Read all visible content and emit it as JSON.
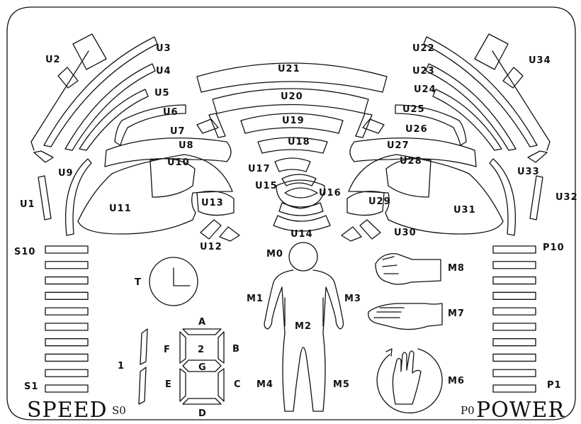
{
  "labels": {
    "U1": "U1",
    "U2": "U2",
    "U3": "U3",
    "U4": "U4",
    "U5": "U5",
    "U6": "U6",
    "U7": "U7",
    "U8": "U8",
    "U9": "U9",
    "U10": "U10",
    "U11": "U11",
    "U12": "U12",
    "U13": "U13",
    "U14": "U14",
    "U15": "U15",
    "U16": "U16",
    "U17": "U17",
    "U18": "U18",
    "U19": "U19",
    "U20": "U20",
    "U21": "U21",
    "U22": "U22",
    "U23": "U23",
    "U24": "U24",
    "U25": "U25",
    "U26": "U26",
    "U27": "U27",
    "U28": "U28",
    "U29": "U29",
    "U30": "U30",
    "U31": "U31",
    "U32": "U32",
    "U33": "U33",
    "U34": "U34",
    "S10": "S10",
    "S1": "S1",
    "P10": "P10",
    "P1": "P1",
    "T": "T",
    "one": "1",
    "A": "A",
    "B": "B",
    "C": "C",
    "D": "D",
    "E": "E",
    "F": "F",
    "G": "G",
    "digit": "2",
    "M0": "M0",
    "M1": "M1",
    "M2": "M2",
    "M3": "M3",
    "M4": "M4",
    "M5": "M5",
    "M6": "M6",
    "M7": "M7",
    "M8": "M8"
  },
  "footer": {
    "speed": "SPEED",
    "s0": "S0",
    "p0": "P0",
    "power": "POWER"
  },
  "bars": {
    "speed_count": 10,
    "power_count": 10
  }
}
